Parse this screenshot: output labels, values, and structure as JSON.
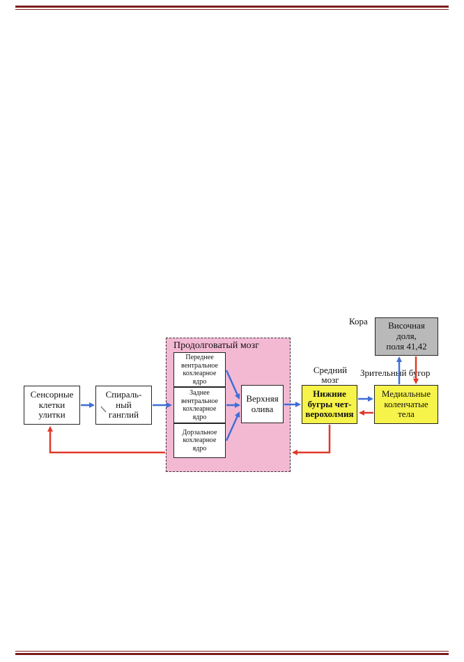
{
  "labels": {
    "medulla": "Продолговатый мозг",
    "cortex": "Кора",
    "midbrain": "Средний\nмозг",
    "thalamus": "Зрительный бугор"
  },
  "boxes": {
    "sensory": "Сенсорные\nклетки\nулитки",
    "spiral": "Спираль-\nный\nганглий",
    "anterior": "Переднее\nвентральное\nкохлеарное\nядро",
    "posterior": "Заднее\nвентральное\nкохлеарное\nядро",
    "dorsal": "Дорзальное\nкохлеарное\nядро",
    "olive": "Верхняя\nолива",
    "colliculi": "Нижние\nбугры чет-\nверохолмия",
    "geniculate": "Медиальные\nколенчатые\nтела",
    "temporal": "Височная\nдоля,\nполя 41,42"
  },
  "colors": {
    "afferent": "#3f6fd6",
    "efferent": "#e0392b",
    "medulla_fill": "#f3b9d3",
    "yellow": "#f6f34a",
    "gray": "#b9b9b9",
    "rule": "#7a1d1d"
  }
}
